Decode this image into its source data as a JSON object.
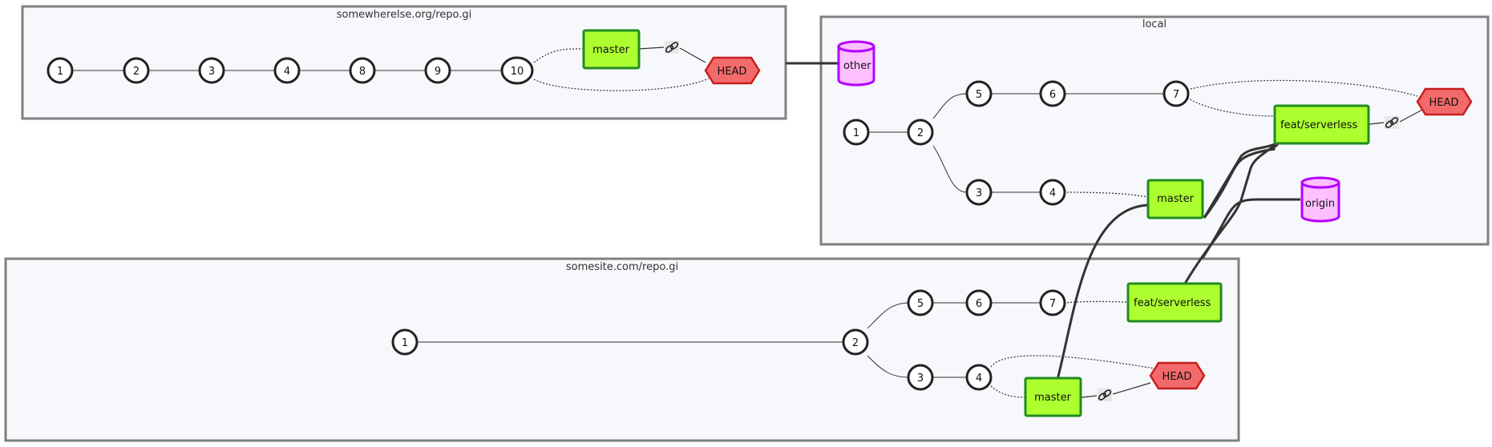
{
  "clusters": {
    "remote_other": {
      "label": "somewherelse.org/repo.gi"
    },
    "local": {
      "label": "local"
    },
    "remote_origin": {
      "label": "somesite.com/repo.gi"
    }
  },
  "commits": {
    "so1": "1",
    "so2": "2",
    "so3": "3",
    "so4": "4",
    "so8": "8",
    "so9": "9",
    "so10": "10",
    "l1": "1",
    "l2": "2",
    "l3": "3",
    "l4": "4",
    "l5": "5",
    "l6": "6",
    "l7": "7",
    "s1": "1",
    "s2": "2",
    "s3": "3",
    "s4": "4",
    "s5": "5",
    "s6": "6",
    "s7": "7"
  },
  "branches": {
    "so_master": "master",
    "l_feat": "feat/serverless",
    "l_master": "master",
    "s_feat": "feat/serverless",
    "s_master": "master"
  },
  "heads": {
    "so_head": "HEAD",
    "l_head": "HEAD",
    "s_head": "HEAD"
  },
  "remotes": {
    "other": "other",
    "origin": "origin"
  },
  "colors": {
    "cluster_fill": "#f7f8fc",
    "cluster_stroke": "#808080",
    "branch_fill": "#adff2f",
    "branch_stroke": "#228b22",
    "head_fill": "#f36a6a",
    "head_stroke": "#c81e1e",
    "remote_fill": "#ffc0ff",
    "remote_stroke": "#b400ff",
    "edge": "#333333"
  },
  "icons": {
    "link": "link-icon"
  }
}
